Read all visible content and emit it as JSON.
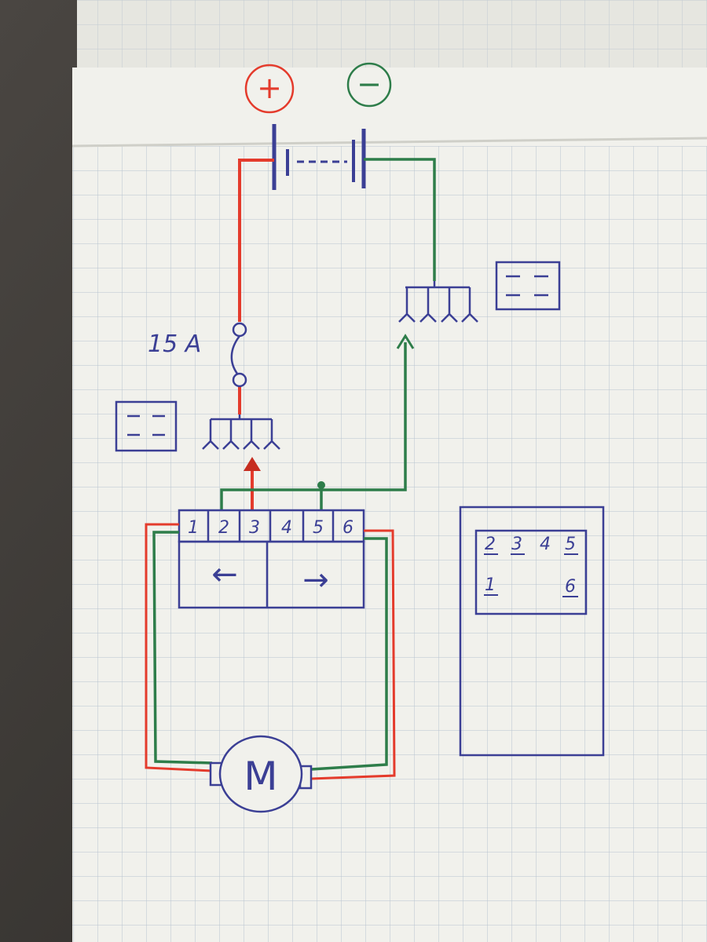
{
  "battery": {
    "plus_label": "+",
    "minus_label": "−"
  },
  "fuse": {
    "rating_label": "15 A"
  },
  "switch": {
    "pins": [
      "1",
      "2",
      "3",
      "4",
      "5",
      "6"
    ],
    "left_arrow": "←",
    "right_arrow": "→"
  },
  "motor": {
    "label": "M"
  },
  "pinout": {
    "top_row": [
      "2",
      "3",
      "4",
      "5"
    ],
    "bottom_left": "1",
    "bottom_right": "6"
  },
  "colors": {
    "positive_wire": "#e43b2c",
    "negative_wire": "#2e7d4a",
    "ink": "#3b3f95",
    "paper": "#f1f1ec",
    "grid": "#b8c4cf"
  }
}
